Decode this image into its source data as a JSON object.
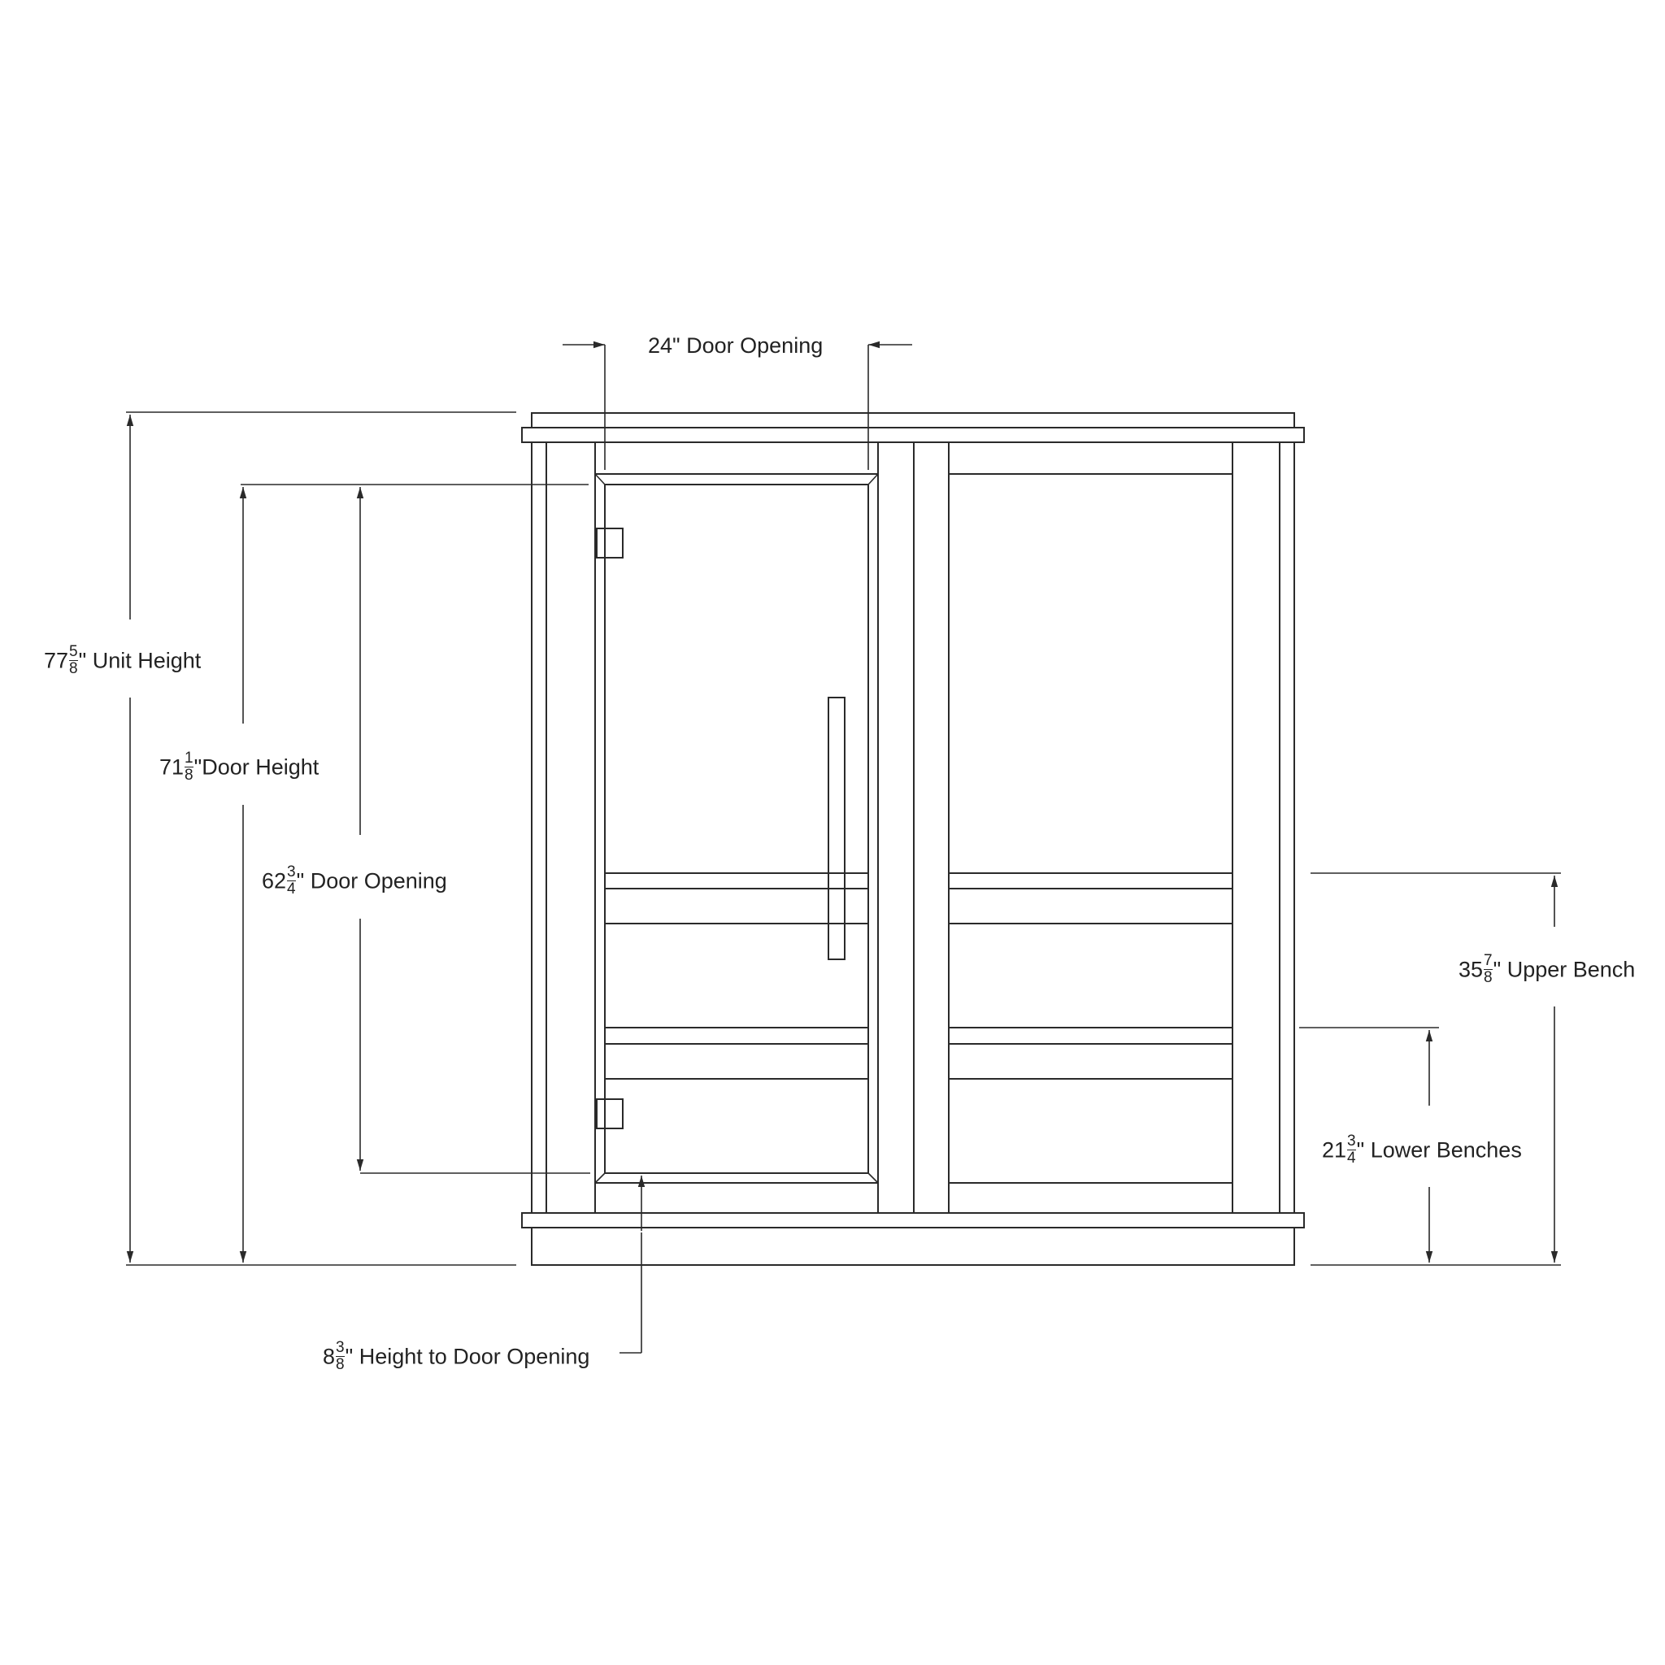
{
  "dimensions": {
    "door_opening_width": {
      "text": "24\" Door Opening"
    },
    "unit_height": {
      "whole": "77",
      "num": "5",
      "den": "8",
      "suffix": "\" Unit Height"
    },
    "door_height": {
      "whole": "71",
      "num": "1",
      "den": "8",
      "suffix": "\"Door Height"
    },
    "door_opening_height": {
      "whole": "62",
      "num": "3",
      "den": "4",
      "suffix": "\" Door Opening"
    },
    "upper_bench": {
      "whole": "35",
      "num": "7",
      "den": "8",
      "suffix": "\" Upper Bench"
    },
    "lower_benches": {
      "whole": "21",
      "num": "3",
      "den": "4",
      "suffix": "\" Lower Benches"
    },
    "height_to_door_opening": {
      "whole": "8",
      "num": "3",
      "den": "8",
      "suffix": "\" Height to Door Opening"
    }
  }
}
